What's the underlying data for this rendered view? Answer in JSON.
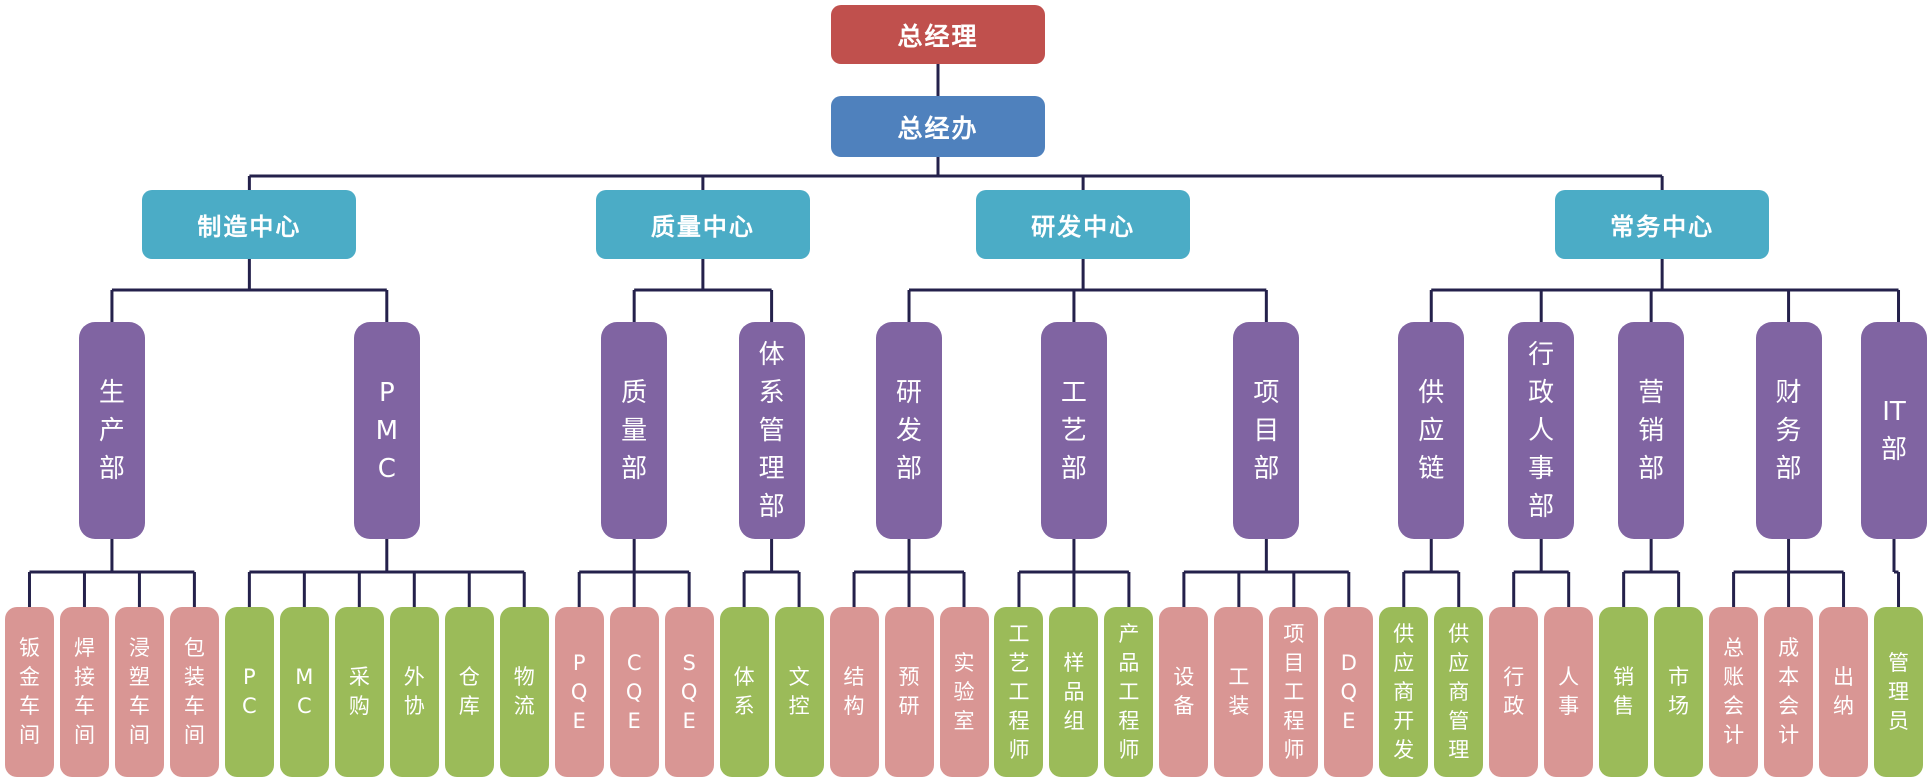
{
  "palette": {
    "root": "#C0504D",
    "office": "#4F81BD",
    "center": "#4BACC6",
    "department": "#8064A2",
    "pink": "#D99694",
    "green": "#9BBB59",
    "line": "#24214B",
    "text": "#FFFFFF",
    "background": "#FFFFFF"
  },
  "root": {
    "label": "总经理"
  },
  "office": {
    "label": "总经办"
  },
  "centers": [
    {
      "label": "制造中心",
      "departments": [
        {
          "label": "生产部",
          "children": [
            {
              "label": "钣金车间",
              "color": "pink"
            },
            {
              "label": "焊接车间",
              "color": "pink"
            },
            {
              "label": "浸塑车间",
              "color": "pink"
            },
            {
              "label": "包装车间",
              "color": "pink"
            }
          ]
        },
        {
          "label": "PMC",
          "children": [
            {
              "label": "PC",
              "color": "green"
            },
            {
              "label": "MC",
              "color": "green"
            },
            {
              "label": "采购",
              "color": "green"
            },
            {
              "label": "外协",
              "color": "green"
            },
            {
              "label": "仓库",
              "color": "green"
            },
            {
              "label": "物流",
              "color": "green"
            }
          ]
        }
      ]
    },
    {
      "label": "质量中心",
      "departments": [
        {
          "label": "质量部",
          "children": [
            {
              "label": "PQE",
              "color": "pink"
            },
            {
              "label": "CQE",
              "color": "pink"
            },
            {
              "label": "SQE",
              "color": "pink"
            }
          ]
        },
        {
          "label": "体系管理部",
          "children": [
            {
              "label": "体系",
              "color": "green"
            },
            {
              "label": "文控",
              "color": "green"
            }
          ]
        }
      ]
    },
    {
      "label": "研发中心",
      "departments": [
        {
          "label": "研发部",
          "children": [
            {
              "label": "结构",
              "color": "pink"
            },
            {
              "label": "预研",
              "color": "pink"
            },
            {
              "label": "实验室",
              "color": "pink"
            }
          ]
        },
        {
          "label": "工艺部",
          "children": [
            {
              "label": "工艺工程师",
              "color": "green"
            },
            {
              "label": "样品组",
              "color": "green"
            },
            {
              "label": "产品工程师",
              "color": "green"
            }
          ]
        },
        {
          "label": "项目部",
          "children": [
            {
              "label": "设备",
              "color": "pink"
            },
            {
              "label": "工装",
              "color": "pink"
            },
            {
              "label": "项目工程师",
              "color": "pink"
            },
            {
              "label": "DQE",
              "color": "pink"
            }
          ]
        }
      ]
    },
    {
      "label": "常务中心",
      "departments": [
        {
          "label": "供应链",
          "children": [
            {
              "label": "供应商开发",
              "color": "green"
            },
            {
              "label": "供应商管理",
              "color": "green"
            }
          ]
        },
        {
          "label": "行政人事部",
          "children": [
            {
              "label": "行政",
              "color": "pink"
            },
            {
              "label": "人事",
              "color": "pink"
            }
          ]
        },
        {
          "label": "营销部",
          "children": [
            {
              "label": "销售",
              "color": "green"
            },
            {
              "label": "市场",
              "color": "green"
            }
          ]
        },
        {
          "label": "财务部",
          "children": [
            {
              "label": "总账会计",
              "color": "pink"
            },
            {
              "label": "成本会计",
              "color": "pink"
            },
            {
              "label": "出纳",
              "color": "pink"
            }
          ]
        },
        {
          "label": "IT部",
          "units": [
            "IT",
            "部"
          ],
          "children": [
            {
              "label": "管理员",
              "color": "green"
            }
          ]
        }
      ]
    }
  ]
}
